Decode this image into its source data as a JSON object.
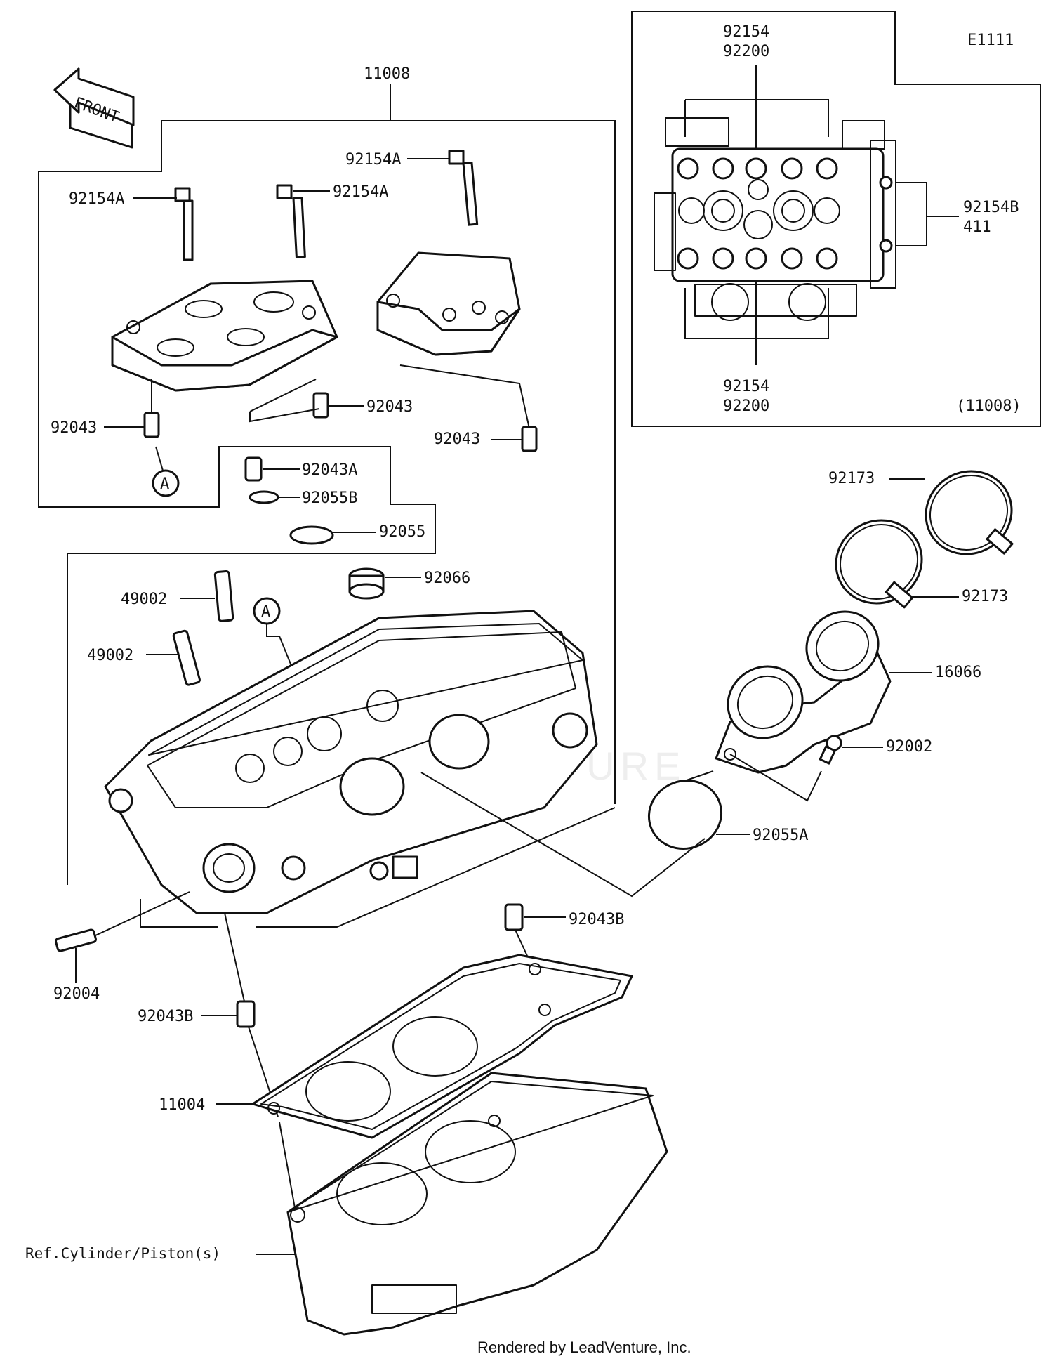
{
  "diagram_code": "E1111",
  "front_arrow_label": "FRONT",
  "watermark": "ADVENTURE",
  "footer": "Rendered by LeadVenture, Inc.",
  "inset": {
    "ref_label": "(11008)",
    "labels": {
      "top_line1": "92154",
      "top_line2": "92200",
      "bottom_line1": "92154",
      "bottom_line2": "92200",
      "right_line1": "92154B",
      "right_line2": "411"
    }
  },
  "callouts": {
    "p11008": "11008",
    "p92154A_1": "92154A",
    "p92154A_2": "92154A",
    "p92154A_3": "92154A",
    "p92043_1": "92043",
    "p92043_2": "92043",
    "p92043_3": "92043",
    "ref_a": "A",
    "ref_a2": "A",
    "p92043A": "92043A",
    "p92055B": "92055B",
    "p92055": "92055",
    "p92066": "92066",
    "p49002_1": "49002",
    "p49002_2": "49002",
    "p92173_1": "92173",
    "p92173_2": "92173",
    "p16066": "16066",
    "p92002": "92002",
    "p92055A": "92055A",
    "p92043B_1": "92043B",
    "p92043B_2": "92043B",
    "p92004": "92004",
    "p11004": "11004",
    "ref_cylinder": "Ref.Cylinder/Piston(s)"
  }
}
